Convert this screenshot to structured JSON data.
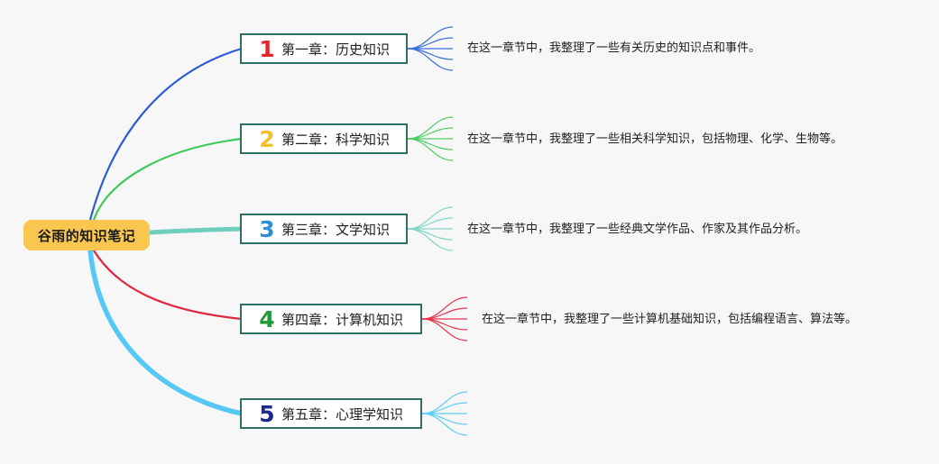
{
  "root": {
    "label": "谷雨的知识笔记"
  },
  "chapters": [
    {
      "number": "1",
      "title": "第一章：历史知识",
      "description": "在这一章节中，我整理了一些有关历史的知识点和事件。",
      "number_color": "#e0262f",
      "branch_color": "#2a5bd7",
      "twig_color": "#3b6fe0"
    },
    {
      "number": "2",
      "title": "第二章：科学知识",
      "description": "在这一章节中，我整理了一些相关科学知识，包括物理、化学、生物等。",
      "number_color": "#f2c12e",
      "branch_color": "#3ec95a",
      "twig_color": "#4ccf65"
    },
    {
      "number": "3",
      "title": "第三章：文学知识",
      "description": "在这一章节中，我整理了一些经典文学作品、作家及其作品分析。",
      "number_color": "#2a8fd6",
      "branch_color": "#6fcfbf",
      "twig_color": "#7fd6c8"
    },
    {
      "number": "4",
      "title": "第四章：计算机知识",
      "description": "在这一章节中，我整理了一些计算机基础知识，包括编程语言、算法等。",
      "number_color": "#1f9a3a",
      "branch_color": "#e0263f",
      "twig_color": "#e8344c"
    },
    {
      "number": "5",
      "title": "第五章：心理学知识",
      "description": "",
      "number_color": "#1d2a8a",
      "branch_color": "#56c8f5",
      "twig_color": "#5ecdf5"
    }
  ]
}
